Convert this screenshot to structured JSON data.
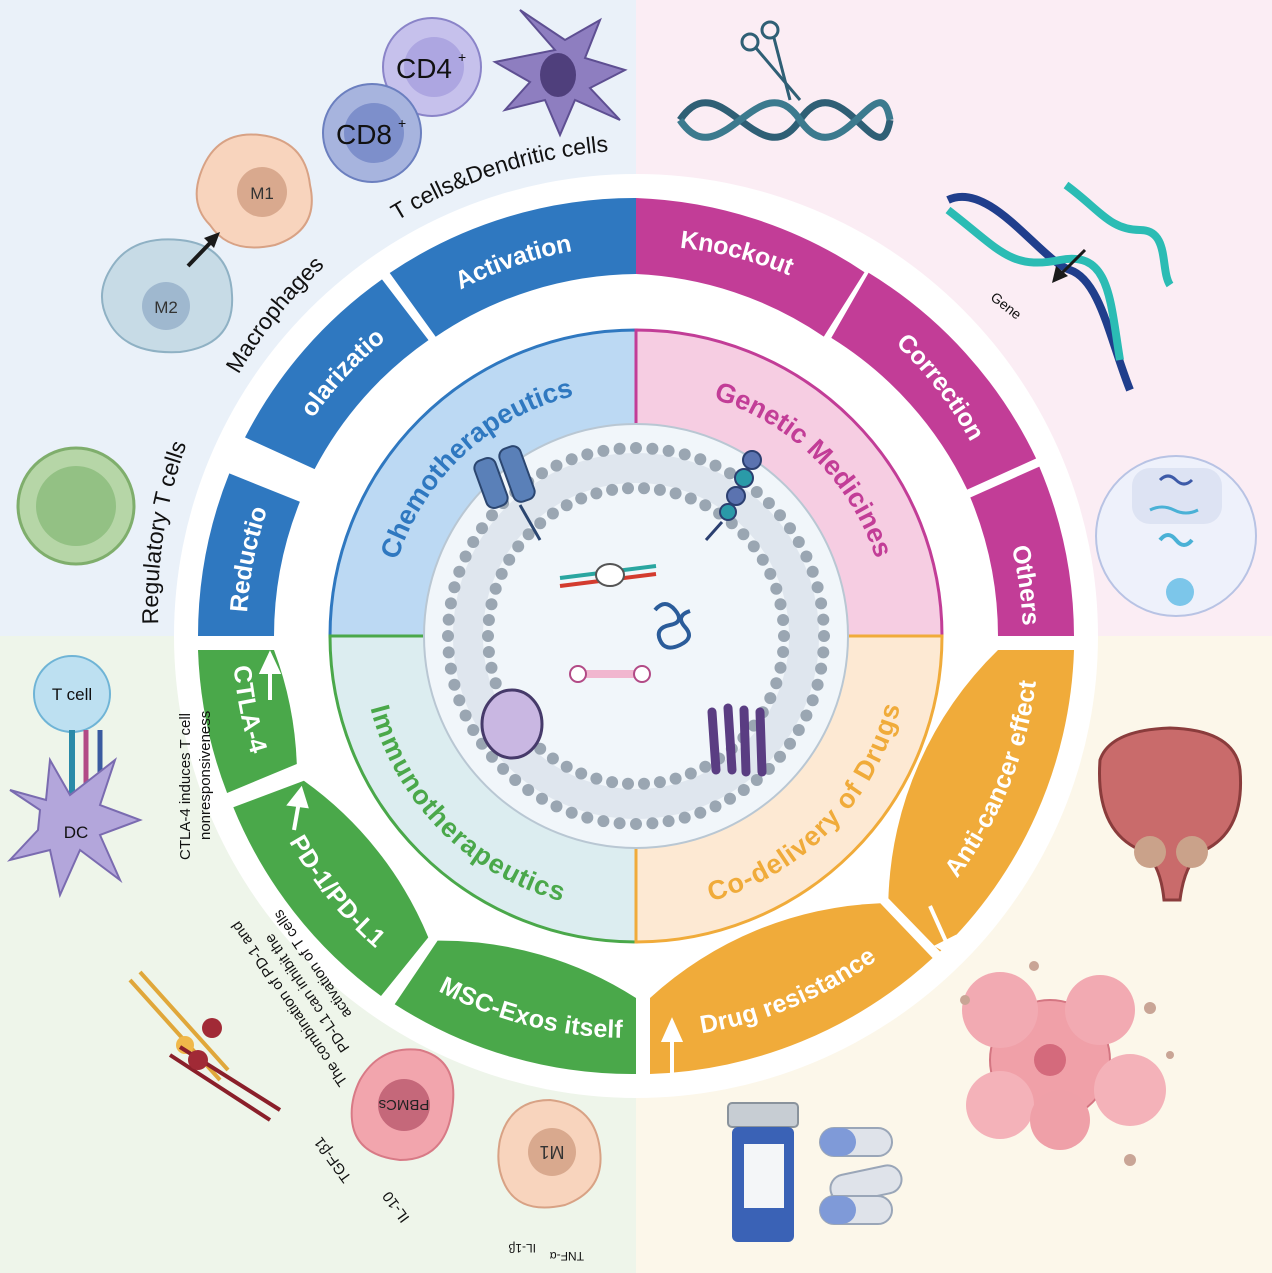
{
  "colors": {
    "blue": "#2f78c0",
    "magenta": "#c23d97",
    "green": "#4aa84a",
    "orange": "#f0ab3a",
    "bg_blue": "#eaf1f9",
    "bg_pink": "#fbedf4",
    "bg_green": "#eef5ea",
    "bg_orange": "#fcf7ea"
  },
  "middle_ring": {
    "chemotherapeutics": "Chemotherapeutics",
    "genetic_medicines": "Genetic Medicines",
    "immunotherapeutics": "Immunotherapeutics",
    "codelivery": "Co-delivery of Drugs"
  },
  "outer_ring": {
    "reduction": "Reduction",
    "polarization": "Polarization",
    "activation": "Activation",
    "knockout": "Knockout",
    "correction": "Correction",
    "others": "Others",
    "ctla4": "CTLA-4",
    "pd1": "PD-1/PD-L1",
    "mscexos": "MSC-Exos itself",
    "drug_resistance": "Drug resistance",
    "anticancer": "Anti-cancer effect"
  },
  "outside": {
    "regulatory_t": "Regulatory T cells",
    "macrophages": "Macrophages",
    "tcells_dc": "T cells&Dendritic cells",
    "cd4": "CD4",
    "cd8": "CD8",
    "sup_plus": "+",
    "m1": "M1",
    "m2": "M2",
    "gene": "Gene",
    "tcell": "T cell",
    "dc": "DC",
    "ctla4_note_1": "CTLA-4 induces T cell",
    "ctla4_note_2": "nonresponsiveness",
    "pd_note_1": "The combination of PD-1 and",
    "pd_note_2": "PD-L1 can inhibit the",
    "pd_note_3": "activation of T cells",
    "pbmcs": "PBMCs",
    "tgf": "TGF-β1",
    "il10": "IL-10",
    "tnf": "TNF-α",
    "il1b": "IL-1β"
  }
}
